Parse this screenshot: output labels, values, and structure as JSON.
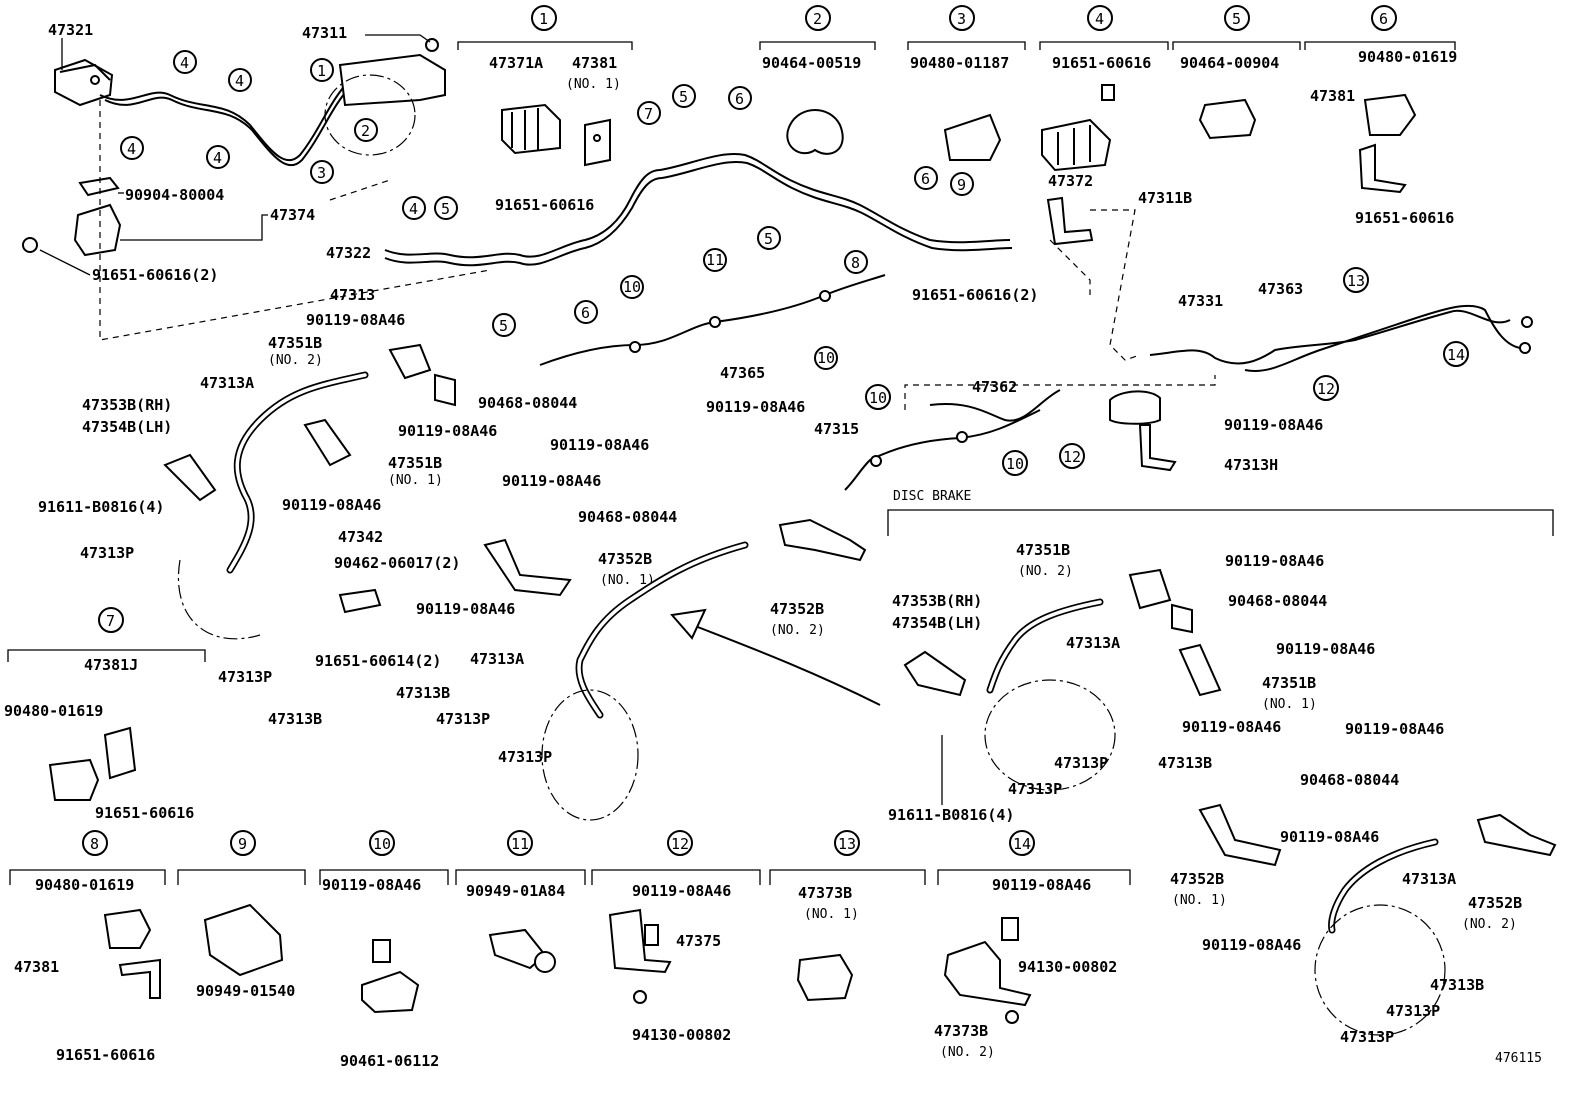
{
  "figure_id": "476115",
  "section_label": "DISC BRAKE",
  "circle_labels": [
    "1",
    "2",
    "3",
    "4",
    "5",
    "6",
    "7",
    "8",
    "9",
    "10",
    "11",
    "12",
    "13",
    "14"
  ],
  "labels": {
    "p47321": "47321",
    "p47311": "47311",
    "p47371A": "47371A",
    "p47381_top": "47381",
    "no1": "(NO. 1)",
    "no2": "(NO. 2)",
    "p90904": "90904-80004",
    "p47374": "47374",
    "p91651_2": "91651-60616(2)",
    "p91651": "91651-60616",
    "p47322": "47322",
    "p47313": "47313",
    "p90119": "90119-08A46",
    "p47351B": "47351B",
    "p47313A": "47313A",
    "p90468": "90468-08044",
    "p47353B": "47353B(RH)",
    "p47354B": "47354B(LH)",
    "p91611": "91611-B0816(4)",
    "p47313P": "47313P",
    "p47342": "47342",
    "p90462": "90462-06017(2)",
    "p91651_614": "91651-60614(2)",
    "p47313B": "47313B",
    "p47381J": "47381J",
    "p90480": "90480-01619",
    "p47381": "47381",
    "p47352B": "47352B",
    "p47365": "47365",
    "p47315": "47315",
    "p47362": "47362",
    "p47313H": "47313H",
    "p47331": "47331",
    "p47363": "47363",
    "p47372": "47372",
    "p47311B": "47311B",
    "p90464_519": "90464-00519",
    "p90480_1187": "90480-01187",
    "p90464_904": "90464-00904",
    "p90949_1540": "90949-01540",
    "p90949_a84": "90949-01A84",
    "p47375": "47375",
    "p94130": "94130-00802",
    "p47373B": "47373B",
    "p90461": "90461-06112"
  }
}
